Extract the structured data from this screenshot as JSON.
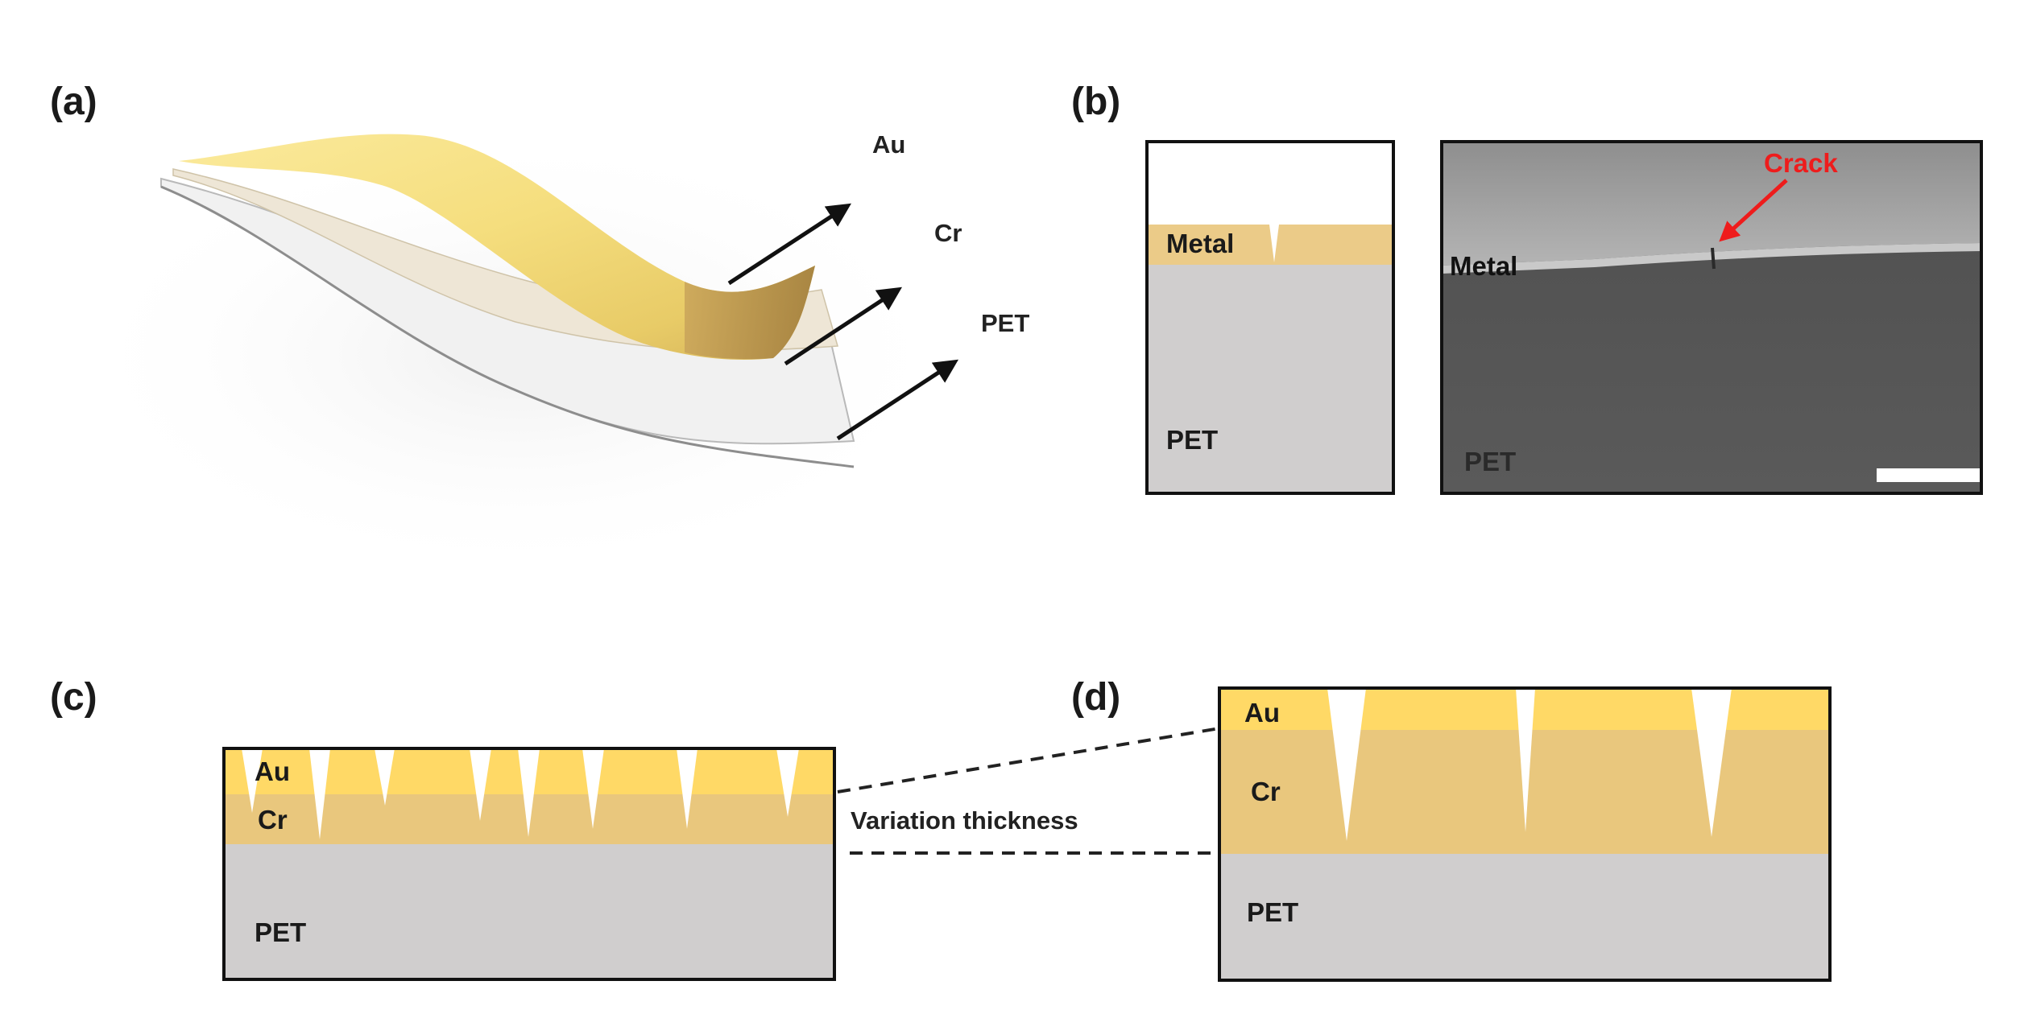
{
  "panels": {
    "a": {
      "label": "(a)",
      "layers": [
        "Au",
        "Cr",
        "PET"
      ]
    },
    "b": {
      "label": "(b)",
      "schematic": {
        "metal_label": "Metal",
        "substrate_label": "PET"
      },
      "micrograph": {
        "crack_label": "Crack",
        "metal_label": "Metal",
        "substrate_label": "PET"
      }
    },
    "c": {
      "label": "(c)",
      "au_label": "Au",
      "cr_label": "Cr",
      "substrate_label": "PET",
      "annotation": "Variation thickness"
    },
    "d": {
      "label": "(d)",
      "au_label": "Au",
      "cr_label": "Cr",
      "substrate_label": "PET"
    }
  },
  "colors": {
    "au": "#FFD966",
    "cr": "#E9C77D",
    "metal": "#EBCB88",
    "pet": "#D0CECE",
    "crack_arrow": "#EE1C1C",
    "sem_top": "#A8A8A8",
    "sem_bottom": "#555555"
  }
}
